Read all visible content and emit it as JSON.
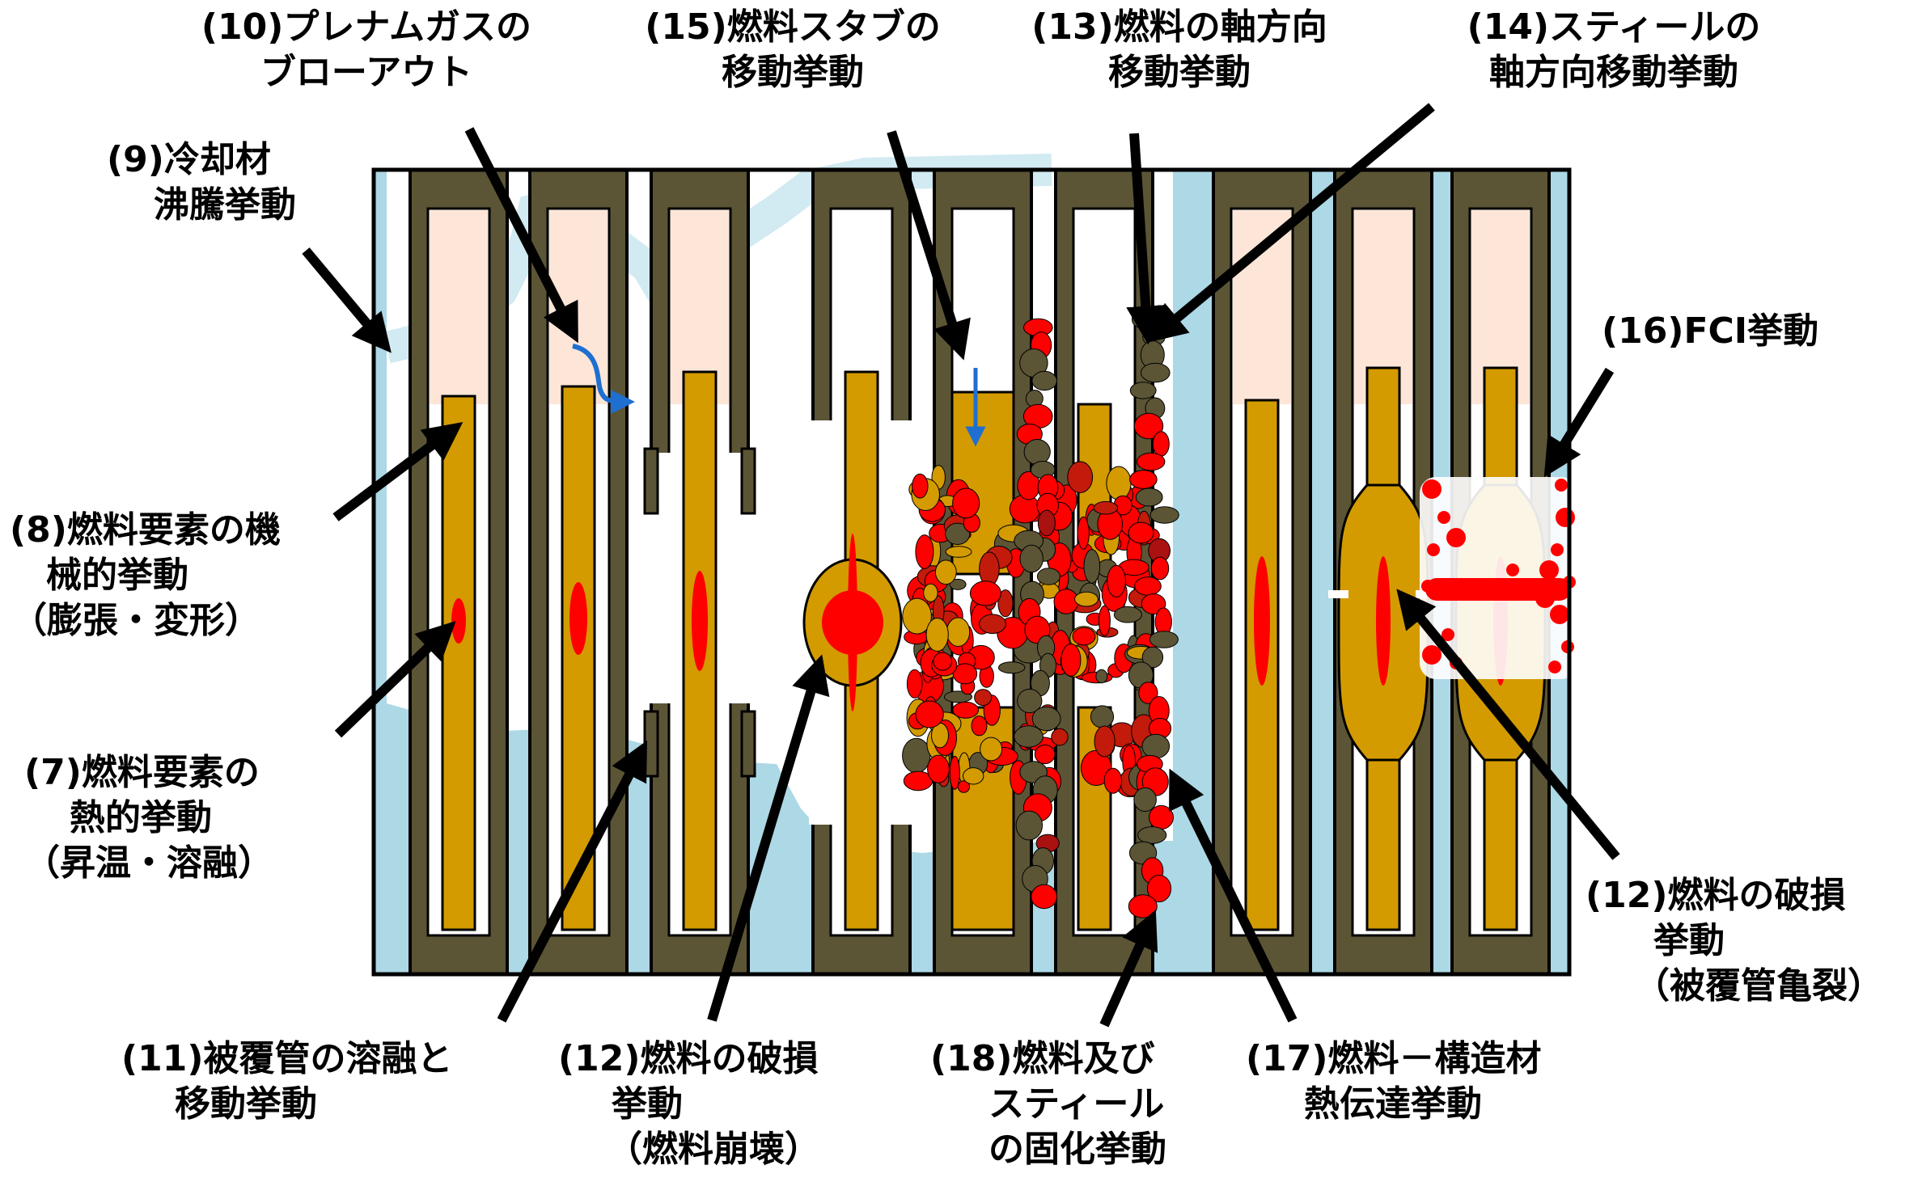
{
  "labels": {
    "l10": [
      "(10)プレナムガスの",
      "ブローアウト"
    ],
    "l15": [
      "(15)燃料スタブの",
      "移動挙動"
    ],
    "l13": [
      "(13)燃料の軸方向",
      "移動挙動"
    ],
    "l14": [
      "(14)スティールの",
      "軸方向移動挙動"
    ],
    "l9": [
      "(9)冷却材",
      "沸騰挙動"
    ],
    "l16": [
      "(16)FCI挙動"
    ],
    "l8": [
      "(8)燃料要素の機",
      "械的挙動",
      "（膨張・変形）"
    ],
    "l7": [
      "(7)燃料要素の",
      "熱的挙動",
      "（昇温・溶融）"
    ],
    "l11": [
      "(11)被覆管の溶融と",
      "移動挙動"
    ],
    "l12a": [
      "(12)燃料の破損",
      "挙動",
      "（燃料崩壊）"
    ],
    "l18": [
      "(18)燃料及び",
      "スティール",
      "の固化挙動"
    ],
    "l17": [
      "(17)燃料－構造材",
      "熱伝達挙動"
    ],
    "l12b": [
      "(12)燃料の破損",
      "挙動",
      "（被覆管亀裂）"
    ]
  },
  "colors": {
    "coolant": "#add8e6",
    "structure": "#5b5536",
    "fuel": "#d39b00",
    "plenum": "#fde6d8",
    "melt": "#ff0000",
    "arrow": "#000000",
    "flow": "#1f6fd0"
  }
}
